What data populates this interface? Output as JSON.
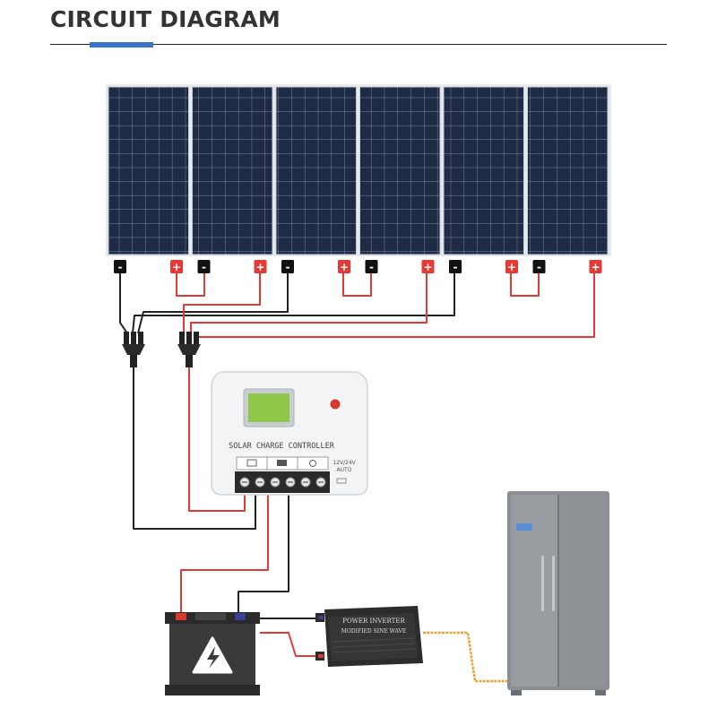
{
  "page": {
    "title": "CIRCUIT DIAGRAM",
    "accent_color": "#3a73c9"
  },
  "diagram": {
    "solar_panels": {
      "count": 6,
      "terminals": [
        "-",
        "+"
      ]
    },
    "charge_controller": {
      "label": "SOLAR CHARGE CONTROLLER",
      "side_text": [
        "12V/24V",
        "AUTO"
      ],
      "terminal_icons": [
        "solar-icon",
        "battery-icon",
        "load-icon"
      ]
    },
    "battery": {
      "icon": "high-voltage-icon"
    },
    "inverter": {
      "label": [
        "POWER INVERTER",
        "MODIFIED SINE WAVE"
      ]
    },
    "refrigerator": {
      "icon": "refrigerator-icon"
    },
    "wire_colors": {
      "positive": "#e53935",
      "negative": "#222222",
      "ac": "#f0a030"
    }
  }
}
